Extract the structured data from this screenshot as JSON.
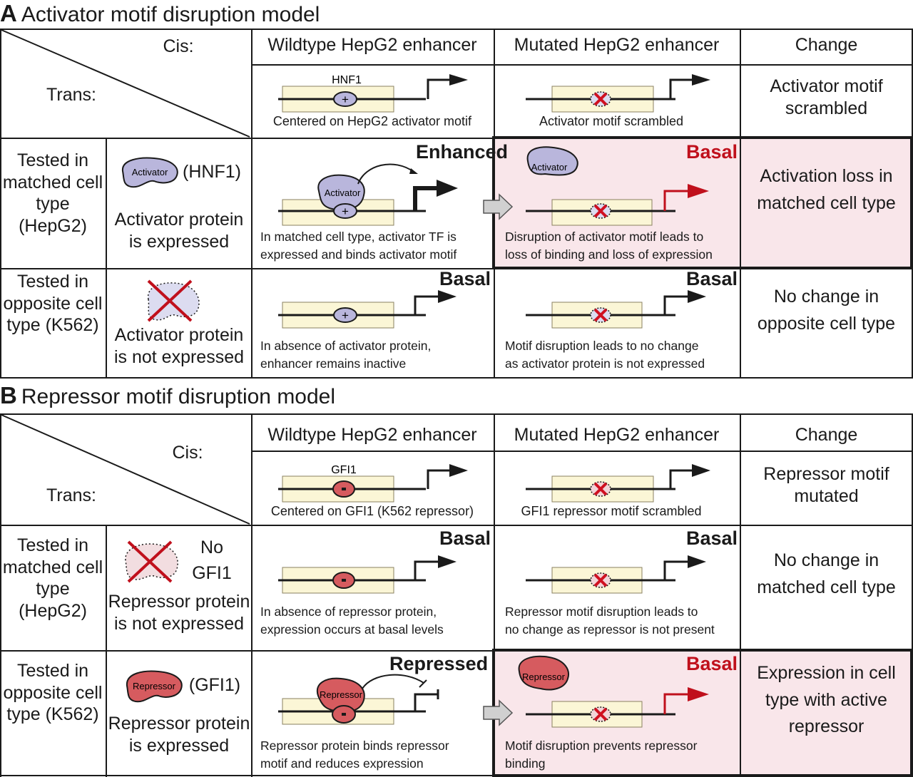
{
  "panels": [
    {
      "letter": "A",
      "title": "Activator motif disruption model",
      "corner": {
        "cis_label": "Cis:",
        "trans_label": "Trans:"
      },
      "columns": [
        "Wildtype HepG2 enhancer",
        "Mutated HepG2 enhancer",
        "Change"
      ],
      "design_row": {
        "wildtype": {
          "motif_label": "HNF1",
          "motif_symbol": "+",
          "caption": "Centered on HepG2 activator motif"
        },
        "mutated": {
          "caption": "Activator motif scrambled"
        },
        "change": "Activator motif scrambled"
      },
      "rows": [
        {
          "trans_label": "Tested in matched cell type (HepG2)",
          "protein_name": "Activator",
          "protein_tag": "(HNF1)",
          "protein_status": "Activator protein is expressed",
          "wildtype": {
            "status": "Enhanced",
            "caption_1": "In matched cell type, activator TF is",
            "caption_2": "expressed and binds activator motif"
          },
          "mutated": {
            "status": "Basal",
            "caption_1": "Disruption of activator motif leads to",
            "caption_2": "loss of binding and loss of expression",
            "protein_name": "Activator"
          },
          "change": "Activation loss in matched cell type",
          "highlighted": true
        },
        {
          "trans_label": "Tested in opposite cell type (K562)",
          "protein_status": "Activator protein is not expressed",
          "wildtype": {
            "status": "Basal",
            "caption_1": "In absence of activator protein,",
            "caption_2": "enhancer remains inactive"
          },
          "mutated": {
            "status": "Basal",
            "caption_1": "Motif disruption leads to no change",
            "caption_2": "as activator protein is not expressed"
          },
          "change": "No change in opposite cell type",
          "highlighted": false
        }
      ]
    },
    {
      "letter": "B",
      "title": "Repressor motif disruption model",
      "corner": {
        "cis_label": "Cis:",
        "trans_label": "Trans:"
      },
      "columns": [
        "Wildtype HepG2 enhancer",
        "Mutated HepG2 enhancer",
        "Change"
      ],
      "design_row": {
        "wildtype": {
          "motif_label": "GFI1",
          "motif_symbol": "-",
          "caption": "Centered on GFI1 (K562 repressor)"
        },
        "mutated": {
          "caption": "GFI1 repressor motif scrambled"
        },
        "change": "Repressor motif mutated"
      },
      "rows": [
        {
          "trans_label": "Tested in matched cell type (HepG2)",
          "protein_tag_1": "No",
          "protein_tag_2": "GFI1",
          "protein_status": "Repressor protein is not expressed",
          "wildtype": {
            "status": "Basal",
            "caption_1": "In absence of repressor protein,",
            "caption_2": "expression occurs at basal levels"
          },
          "mutated": {
            "status": "Basal",
            "caption_1": "Repressor motif disruption leads to",
            "caption_2": "no change as repressor is not present"
          },
          "change": "No change in matched cell type",
          "highlighted": false
        },
        {
          "trans_label": "Tested in opposite cell type (K562)",
          "protein_name": "Repressor",
          "protein_tag": "(GFI1)",
          "protein_status": "Repressor protein is expressed",
          "wildtype": {
            "status": "Repressed",
            "caption_1": "Repressor protein binds repressor",
            "caption_2": "motif and reduces expression"
          },
          "mutated": {
            "status": "Basal",
            "caption_1": "Motif disruption prevents repressor",
            "caption_2": "binding",
            "protein_name": "Repressor"
          },
          "change": "Expression in cell type with active repressor",
          "highlighted": true
        }
      ]
    }
  ],
  "colors": {
    "activator_fill": "#b9b6dc",
    "repressor_fill": "#d65b5f",
    "enhancer_box": "#fbf6d6",
    "highlight_bg": "#f9e6ea",
    "accent_red": "#c0101c",
    "arrow_gray": "#d0d0d0"
  }
}
